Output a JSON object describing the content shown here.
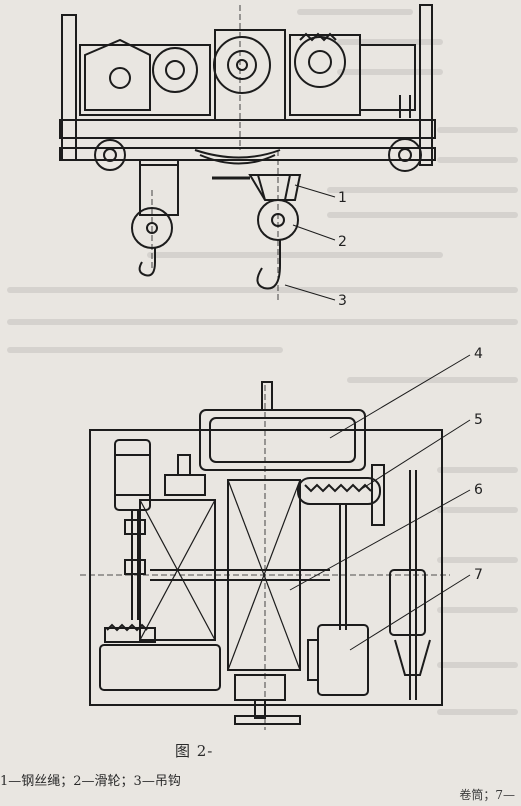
{
  "figure": {
    "caption": "图 2-",
    "legend": "1—钢丝绳；2—滑轮；3—吊钩",
    "legend_tail": "卷筒；7—",
    "callouts": [
      "1",
      "2",
      "3",
      "4",
      "5",
      "6",
      "7"
    ]
  },
  "colors": {
    "paper": "#e9e6e1",
    "ink": "#1c1c1c"
  }
}
